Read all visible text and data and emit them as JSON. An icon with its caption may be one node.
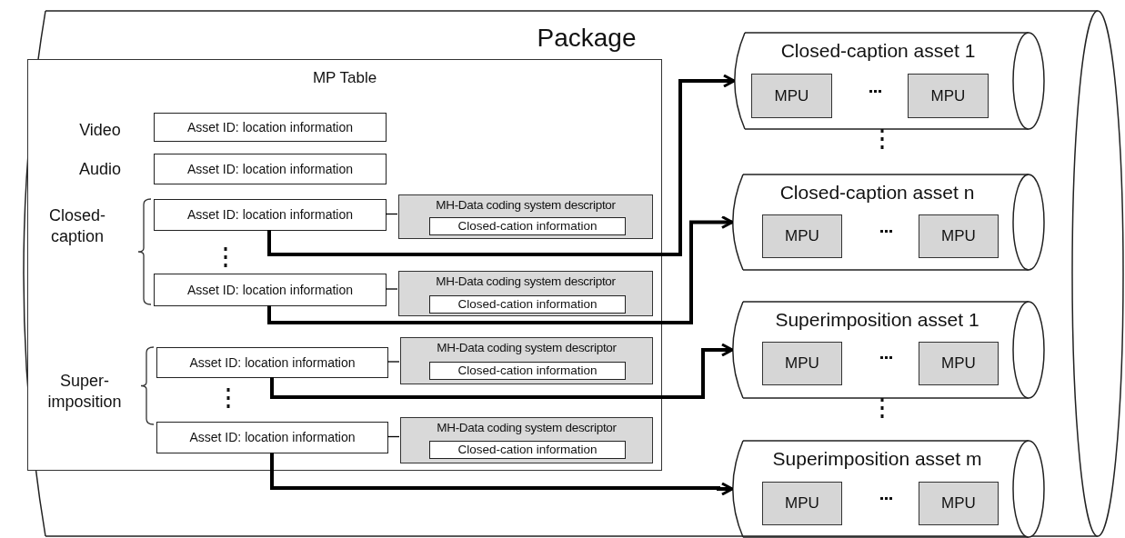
{
  "diagram": {
    "nodes": [
      {
        "text": [
          "Package"
        ]
      },
      {
        "text": [
          "MP Table"
        ],
        "in": 0
      },
      {
        "text": [
          "Asset ID: location information"
        ],
        "in": 1
      },
      {
        "text": [
          "Asset ID: location information"
        ],
        "in": 1
      },
      {
        "text": [
          "Asset ID: location information"
        ],
        "in": 1
      },
      {
        "text": [
          "MH-Data coding system descriptor"
        ],
        "in": 1
      },
      {
        "text": [
          "Closed-cation information"
        ],
        "in": 5
      },
      {
        "text": [
          "Asset ID: location information"
        ],
        "in": 1
      },
      {
        "text": [
          "MH-Data coding system descriptor"
        ],
        "in": 1
      },
      {
        "text": [
          "Closed-cation information"
        ],
        "in": 8
      },
      {
        "text": [
          "Asset ID: location information"
        ],
        "in": 1
      },
      {
        "text": [
          "MH-Data coding system descriptor"
        ],
        "in": 1
      },
      {
        "text": [
          "Closed-cation information"
        ],
        "in": 11
      },
      {
        "text": [
          "Asset ID: location information"
        ],
        "in": 1
      },
      {
        "text": [
          "MH-Data coding system descriptor"
        ],
        "in": 1
      },
      {
        "text": [
          "Closed-cation information"
        ],
        "in": 14
      },
      {
        "text": [
          "Closed-caption asset 1"
        ],
        "in": 0
      },
      {
        "text": [
          "MPU"
        ],
        "in": 16
      },
      {
        "text": [
          "MPU"
        ],
        "in": 16
      },
      {
        "text": [
          "Closed-caption asset n"
        ],
        "in": 0
      },
      {
        "text": [
          "MPU"
        ],
        "in": 19
      },
      {
        "text": [
          "MPU"
        ],
        "in": 19
      },
      {
        "text": [
          "Superimposition asset 1"
        ],
        "in": 0
      },
      {
        "text": [
          "MPU"
        ],
        "in": 22
      },
      {
        "text": [
          "MPU"
        ],
        "in": 22
      },
      {
        "text": [
          "Superimposition asset m"
        ],
        "in": 0
      },
      {
        "text": [
          "MPU"
        ],
        "in": 25
      },
      {
        "text": [
          "MPU"
        ],
        "in": 25
      }
    ],
    "edges": [
      {
        "from": 4,
        "to": 5,
        "arrow": "none"
      },
      {
        "from": 7,
        "to": 8,
        "arrow": "none"
      },
      {
        "from": 10,
        "to": 11,
        "arrow": "none"
      },
      {
        "from": 13,
        "to": 14,
        "arrow": "none"
      },
      {
        "from": 4,
        "to": 16,
        "arrow": "to",
        "style": "thick"
      },
      {
        "from": 7,
        "to": 19,
        "arrow": "to",
        "style": "thick"
      },
      {
        "from": 10,
        "to": 22,
        "arrow": "to",
        "style": "thick"
      },
      {
        "from": 13,
        "to": 25,
        "arrow": "to",
        "style": "thick"
      }
    ],
    "labels": [
      "Video",
      "Audio",
      "Closed- caption",
      "Super- imposition"
    ]
  }
}
